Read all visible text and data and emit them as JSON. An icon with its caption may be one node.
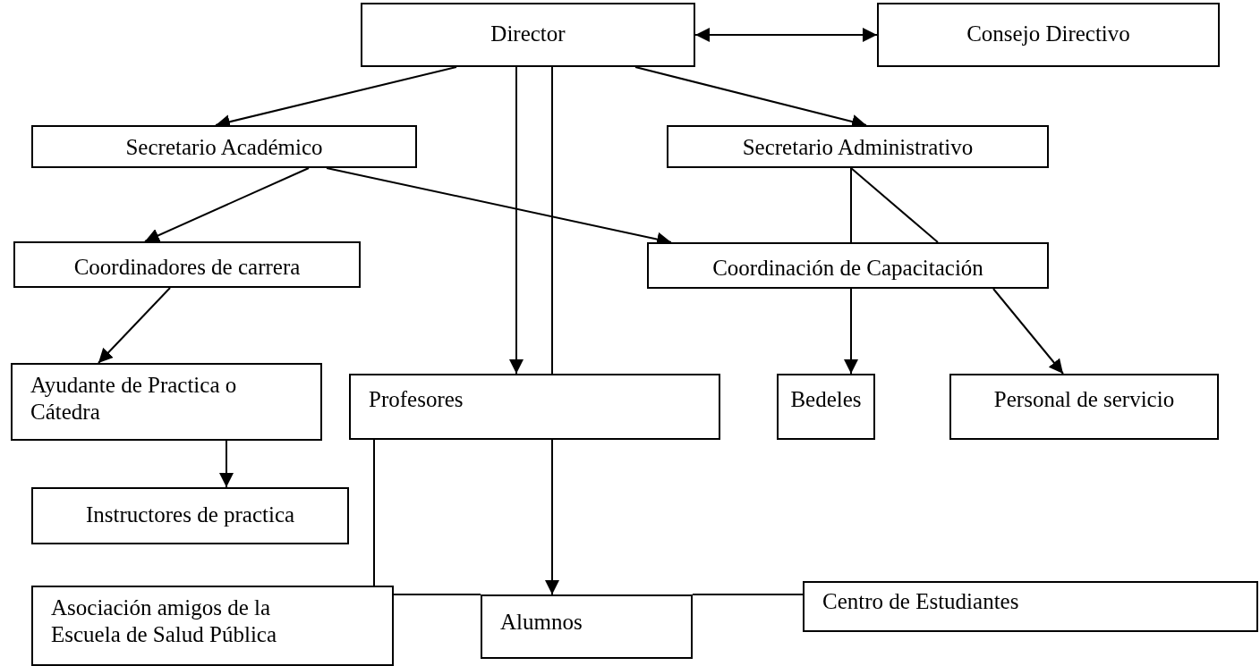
{
  "diagram": {
    "nodes": [
      {
        "text": [
          "Director"
        ]
      },
      {
        "text": [
          "Consejo Directivo"
        ]
      },
      {
        "text": [
          "Secretario Académico"
        ]
      },
      {
        "text": [
          "Secretario Administrativo"
        ]
      },
      {
        "text": [
          "Coordinadores de carrera"
        ]
      },
      {
        "text": [
          "Coordinación de Capacitación"
        ]
      },
      {
        "text": [
          "Ayudante de Practica o Cátedra"
        ]
      },
      {
        "text": [
          "Profesores"
        ]
      },
      {
        "text": [
          "Bedeles"
        ]
      },
      {
        "text": [
          "Personal de servicio"
        ]
      },
      {
        "text": [
          "Instructores de practica"
        ]
      },
      {
        "text": [
          "Asociación amigos de la Escuela de Salud Pública"
        ]
      },
      {
        "text": [
          "Alumnos"
        ]
      },
      {
        "text": [
          "Centro de Estudiantes"
        ]
      }
    ],
    "edges": [
      {
        "from": 0,
        "to": 1,
        "arrow": "both"
      },
      {
        "from": 0,
        "to": 2,
        "arrow": "to"
      },
      {
        "from": 0,
        "to": 3,
        "arrow": "to"
      },
      {
        "from": 0,
        "to": 7,
        "arrow": "to"
      },
      {
        "from": 0,
        "to": 7,
        "arrow": "none"
      },
      {
        "from": 2,
        "to": 4,
        "arrow": "to"
      },
      {
        "from": 2,
        "to": 5,
        "arrow": "to"
      },
      {
        "from": 3,
        "to": 5,
        "arrow": "none"
      },
      {
        "from": 3,
        "to": 5,
        "arrow": "none"
      },
      {
        "from": 5,
        "to": 8,
        "arrow": "to"
      },
      {
        "from": 5,
        "to": 9,
        "arrow": "to"
      },
      {
        "from": 4,
        "to": 6,
        "arrow": "to"
      },
      {
        "from": 6,
        "to": 10,
        "arrow": "to"
      },
      {
        "from": 7,
        "to": 12,
        "arrow": "to"
      },
      {
        "from": 7,
        "to": 11,
        "arrow": "none"
      },
      {
        "from": 11,
        "to": 12,
        "arrow": "none"
      },
      {
        "from": 12,
        "to": 13,
        "arrow": "none"
      }
    ]
  }
}
